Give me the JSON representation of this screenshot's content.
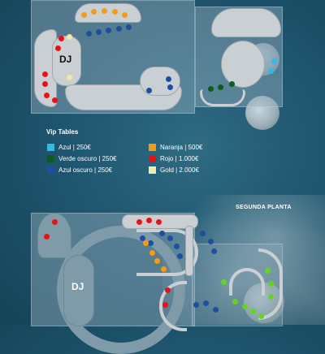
{
  "colors": {
    "azul": "#35b8e8",
    "verde_oscuro": "#0e5a24",
    "azul_oscuro": "#1f4f9b",
    "naranja": "#f39a1c",
    "rojo": "#e0151b",
    "gold": "#f2eaa8",
    "verde_claro": "#67d12c"
  },
  "floor1": {
    "dj_label": "DJ"
  },
  "floor2": {
    "dj_label": "DJ",
    "floor_label": "SEGUNDA PLANTA"
  },
  "legend": {
    "title": "Vip Tables",
    "items": [
      {
        "label": "Azul | 250€",
        "color": "#35b8e8"
      },
      {
        "label": "Verde oscuro | 250€",
        "color": "#0e5a24"
      },
      {
        "label": "Azul oscuro | 250€",
        "color": "#1f4f9b"
      },
      {
        "label": "Naranja | 500€",
        "color": "#f39a1c"
      },
      {
        "label": "Rojo | 1.000€",
        "color": "#e0151b"
      },
      {
        "label": "Gold | 2.000€",
        "color": "#f2eaa8"
      }
    ]
  }
}
